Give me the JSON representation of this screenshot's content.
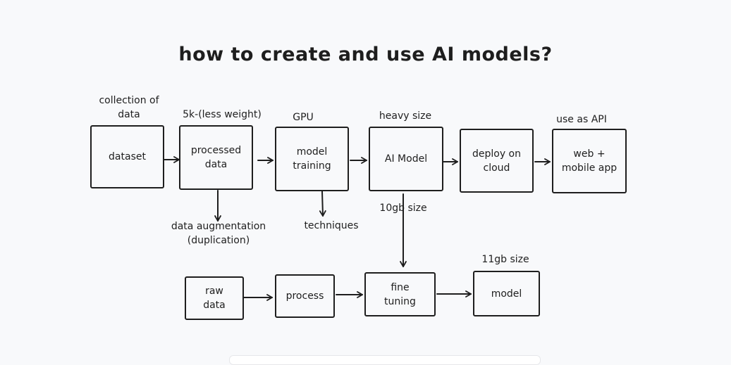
{
  "title": "how to create and use AI models?",
  "nodes": {
    "dataset": "dataset",
    "processed_data": "processed\ndata",
    "model_training": "model\ntraining",
    "ai_model": "AI Model",
    "deploy_cloud": "deploy on\ncloud",
    "web_mobile_app": "web +\nmobile app",
    "raw_data": "raw\ndata",
    "process": "process",
    "fine_tuning": "fine\ntuning",
    "model": "model"
  },
  "labels": {
    "collection_of_data": "collection of\ndata",
    "sk_less_weight": "5k-(less weight)",
    "gpu": "GPU",
    "heavy_size": "heavy size",
    "use_as_api": "use as API",
    "data_augmentation": "data augmentation\n(duplication)",
    "techniques": "techniques",
    "size_10gb": "10gb size",
    "size_11gb": "11gb size"
  },
  "colors": {
    "stroke": "#1e1e1e",
    "background": "#f8f9fb"
  }
}
